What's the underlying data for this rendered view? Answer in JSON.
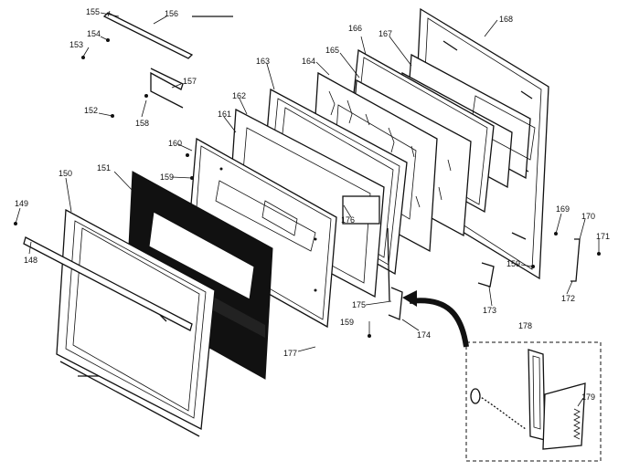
{
  "callouts": [
    {
      "id": "c155",
      "text": "155"
    },
    {
      "id": "c156",
      "text": "156"
    },
    {
      "id": "c153",
      "text": "153"
    },
    {
      "id": "c154",
      "text": "154"
    },
    {
      "id": "c157",
      "text": "157"
    },
    {
      "id": "c152",
      "text": "152"
    },
    {
      "id": "c158",
      "text": "158"
    },
    {
      "id": "c166",
      "text": "166"
    },
    {
      "id": "c167",
      "text": "167"
    },
    {
      "id": "c168",
      "text": "168"
    },
    {
      "id": "c163",
      "text": "163"
    },
    {
      "id": "c164",
      "text": "164"
    },
    {
      "id": "c165",
      "text": "165"
    },
    {
      "id": "c162",
      "text": "162"
    },
    {
      "id": "c161",
      "text": "161"
    },
    {
      "id": "c160",
      "text": "160"
    },
    {
      "id": "c159a",
      "text": "159"
    },
    {
      "id": "c150",
      "text": "150"
    },
    {
      "id": "c151",
      "text": "151"
    },
    {
      "id": "c149",
      "text": "149"
    },
    {
      "id": "c148",
      "text": "148"
    },
    {
      "id": "c176",
      "text": "176"
    },
    {
      "id": "c177",
      "text": "177"
    },
    {
      "id": "c175",
      "text": "175"
    },
    {
      "id": "c159b",
      "text": "159"
    },
    {
      "id": "c174",
      "text": "174"
    },
    {
      "id": "c173",
      "text": "173"
    },
    {
      "id": "c159c",
      "text": "159"
    },
    {
      "id": "c169",
      "text": "169"
    },
    {
      "id": "c170",
      "text": "170"
    },
    {
      "id": "c171",
      "text": "171"
    },
    {
      "id": "c172",
      "text": "172"
    },
    {
      "id": "c178",
      "text": "178"
    },
    {
      "id": "c179",
      "text": "179"
    }
  ]
}
